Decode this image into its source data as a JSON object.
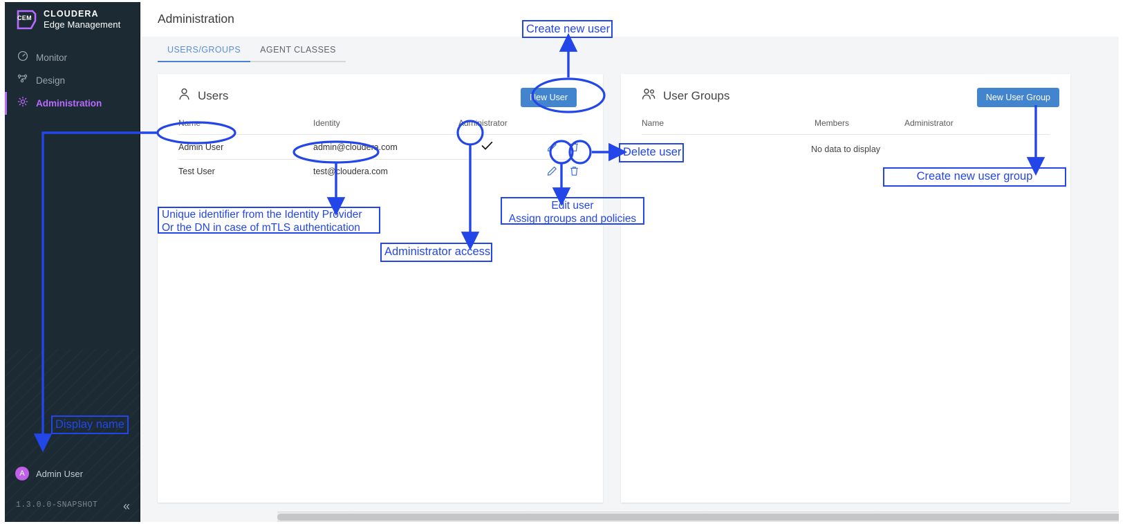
{
  "app": {
    "logo": {
      "mark": "CEM",
      "line1": "CLOUDERA",
      "line2": "Edge Management"
    },
    "version": "1.3.0.0-SNAPSHOT",
    "collapse_glyph": "«"
  },
  "sidebar": {
    "items": [
      {
        "label": "Monitor",
        "icon": "gauge-icon",
        "active": false
      },
      {
        "label": "Design",
        "icon": "flow-icon",
        "active": false
      },
      {
        "label": "Administration",
        "icon": "gear-icon",
        "active": true
      }
    ],
    "current_user": {
      "initial": "A",
      "name": "Admin User"
    }
  },
  "header": {
    "title": "Administration"
  },
  "tabs": [
    {
      "label": "USERS/GROUPS",
      "active": true
    },
    {
      "label": "AGENT CLASSES",
      "active": false
    }
  ],
  "users_panel": {
    "title": "Users",
    "icon": "user-icon",
    "new_button": "New User",
    "columns": [
      "Name",
      "Identity",
      "Administrator",
      ""
    ],
    "rows": [
      {
        "name": "Admin User",
        "identity": "admin@cloudera.com",
        "administrator": true,
        "edit_icon": "pencil-icon",
        "delete_icon": "trash-icon"
      },
      {
        "name": "Test User",
        "identity": "test@cloudera.com",
        "administrator": false,
        "edit_icon": "pencil-icon",
        "delete_icon": "trash-icon"
      }
    ]
  },
  "groups_panel": {
    "title": "User Groups",
    "icon": "users-group-icon",
    "new_button": "New User Group",
    "columns": [
      "Name",
      "Members",
      "Administrator",
      ""
    ],
    "empty_text": "No data to display"
  },
  "annotations": {
    "color": "#2346e8",
    "create_new_user": "Create new user",
    "display_name": "Display name",
    "identity_note": "Unique identifier from the Identity Provider\nOr the DN in case of mTLS authentication",
    "administrator_access": "Administrator access",
    "edit_user": "Edit user\nAssign groups and policies",
    "delete_user": "Delete user",
    "create_new_user_group": "Create new user group"
  },
  "colors": {
    "sidebar_bg": "#1b2a33",
    "accent_purple": "#b96bff",
    "button_blue": "#4285ce",
    "tab_active_blue": "#5b8dd9",
    "annotation_blue": "#2346e8"
  }
}
